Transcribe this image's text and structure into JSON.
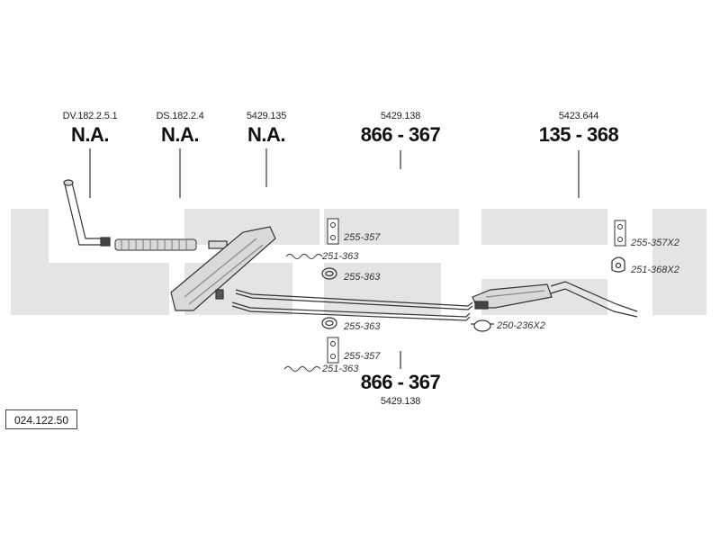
{
  "colors": {
    "watermark": "#e4e4e4",
    "line": "#333333",
    "part_fill": "#d9d9d9"
  },
  "drawing_code": "024.122.50",
  "top_parts": [
    {
      "ref": "DV.182.2.5.1",
      "number": "N.A."
    },
    {
      "ref": "DS.182.2.4",
      "number": "N.A."
    },
    {
      "ref": "5429.135",
      "number": "N.A."
    },
    {
      "ref": "5429.138",
      "number": "866 - 367"
    },
    {
      "ref": "5423.644",
      "number": "135 - 368"
    }
  ],
  "bottom_part": {
    "number": "866 - 367",
    "ref": "5429.138"
  },
  "fittings": [
    {
      "code": "255-357",
      "icon": "bracket-icon"
    },
    {
      "code": "251-363",
      "icon": "spring-clip-icon"
    },
    {
      "code": "255-363",
      "icon": "rubber-ring-icon"
    },
    {
      "code": "255-363",
      "icon": "rubber-ring-icon"
    },
    {
      "code": "255-357",
      "icon": "bracket-icon"
    },
    {
      "code": "251-363",
      "icon": "spring-clip-icon"
    },
    {
      "code": "250-236X2",
      "icon": "clamp-icon"
    },
    {
      "code": "255-357X2",
      "icon": "bracket-icon"
    },
    {
      "code": "251-368X2",
      "icon": "rubber-mount-icon"
    }
  ]
}
